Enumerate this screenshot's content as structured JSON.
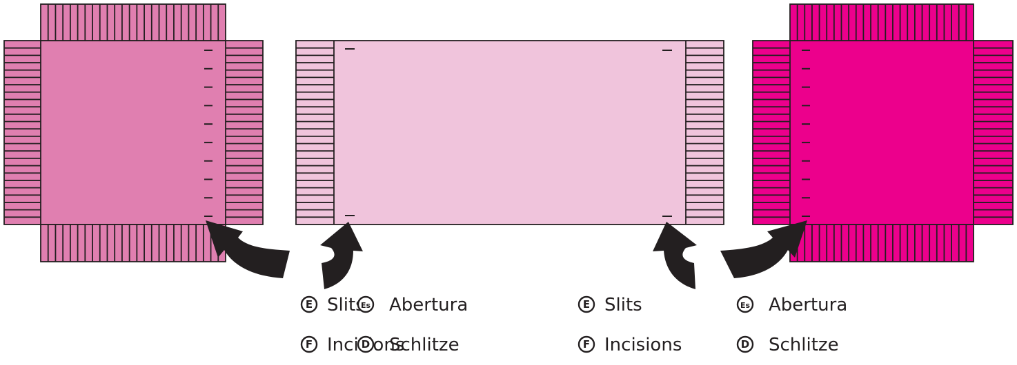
{
  "colors": {
    "left_panel": "#e07fb0",
    "center_panel": "#f0c4dc",
    "right_panel": "#ec008c",
    "stroke": "#231f20",
    "arrow": "#231f20"
  },
  "icons": [
    "badge-e-icon",
    "badge-es-icon",
    "badge-f-icon",
    "badge-d-icon",
    "curved-arrow-icon"
  ],
  "legend_groups": [
    {
      "items": [
        {
          "badge": "E",
          "text": "Slits"
        },
        {
          "badge": "Es",
          "text": "Abertura"
        },
        {
          "badge": "F",
          "text": "Incisions"
        },
        {
          "badge": "D",
          "text": "Schlitze"
        }
      ]
    },
    {
      "items": [
        {
          "badge": "E",
          "text": "Slits"
        },
        {
          "badge": "Es",
          "text": "Abertura"
        },
        {
          "badge": "F",
          "text": "Incisions"
        },
        {
          "badge": "D",
          "text": "Schlitze"
        }
      ]
    }
  ]
}
